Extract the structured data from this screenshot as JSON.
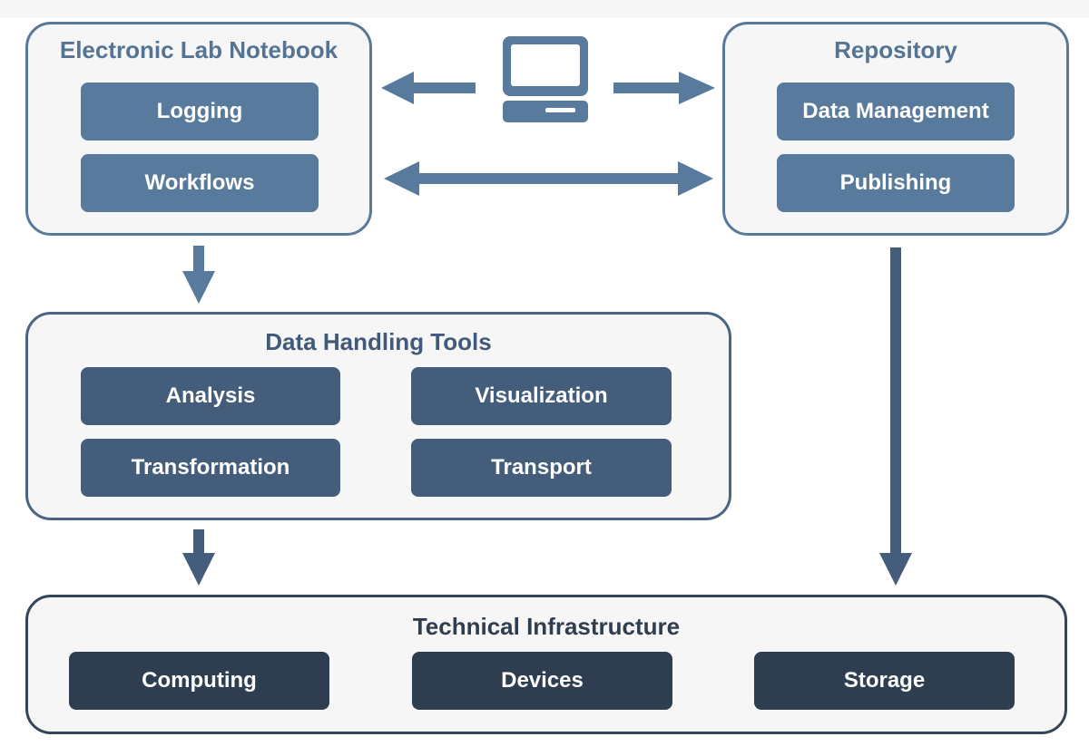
{
  "groups": {
    "eln": {
      "title": "Electronic Lab Notebook",
      "items": [
        "Logging",
        "Workflows"
      ]
    },
    "repository": {
      "title": "Repository",
      "items": [
        "Data Management",
        "Publishing"
      ]
    },
    "data_handling": {
      "title": "Data Handling Tools",
      "items": [
        "Analysis",
        "Visualization",
        "Transformation",
        "Transport"
      ]
    },
    "infrastructure": {
      "title": "Technical Infrastructure",
      "items": [
        "Computing",
        "Devices",
        "Storage"
      ]
    }
  },
  "icons": {
    "computer": "laptop-icon"
  },
  "colors": {
    "light_blue": "#587a9c",
    "mid_blue": "#445d7b",
    "dark_blue": "#2f3d50",
    "panel_bg": "#f6f6f6"
  }
}
